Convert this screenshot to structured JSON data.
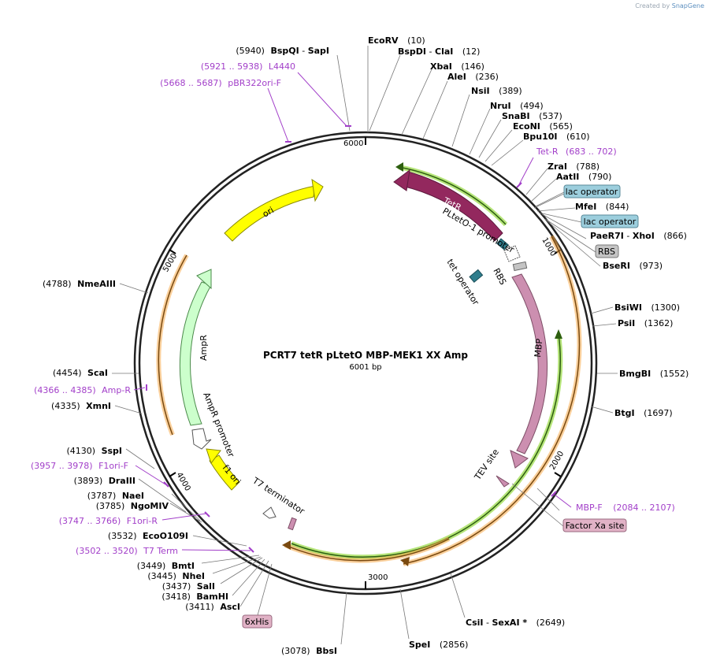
{
  "credit": {
    "prefix": "Created by",
    "brand": "SnapGene"
  },
  "plasmid": {
    "name": "PCRT7 tetR pLtetO MBP-MEK1 XX Amp",
    "size_label": "6001 bp",
    "length": 6001
  },
  "ticks": [
    {
      "pos": 1000,
      "label": "1000"
    },
    {
      "pos": 2000,
      "label": "2000"
    },
    {
      "pos": 3000,
      "label": "3000"
    },
    {
      "pos": 4000,
      "label": "4000"
    },
    {
      "pos": 5000,
      "label": "5000"
    },
    {
      "pos": 6000,
      "label": "6000"
    }
  ],
  "colors": {
    "backbone": "#222222",
    "primer": "#a23fc9",
    "tetR": "#93285e",
    "mbp": "#cc8fb0",
    "ori": "#ffff00",
    "ampR": "#ccffcc",
    "orange": "#f5a94a",
    "green": "#7fcf3f",
    "teal": "#2f7d8c",
    "boxBlue": "#9ccedd",
    "boxGray": "#c4c4c4",
    "boxPink": "#e1b2c6"
  },
  "features": {
    "tetR": "TetR",
    "pltet": "PLtetO-1 promoter",
    "rbs": "RBS",
    "tetop": "tet operator",
    "mbp": "MBP",
    "tev": "TEV site",
    "t7term": "T7 terminator",
    "f1ori": "f1 ori",
    "ampRpro": "AmpR promoter",
    "ampR": "AmpR",
    "ori": "ori"
  },
  "sites": [
    {
      "name": "EcoRV",
      "pos": "(10)"
    },
    {
      "name": "BspDI",
      "extra": "ClaI",
      "pos": "(12)"
    },
    {
      "name": "XbaI",
      "pos": "(146)"
    },
    {
      "name": "AleI",
      "pos": "(236)"
    },
    {
      "name": "NsiI",
      "pos": "(389)"
    },
    {
      "name": "NruI",
      "pos": "(494)"
    },
    {
      "name": "SnaBI",
      "pos": "(537)"
    },
    {
      "name": "EcoNI",
      "pos": "(565)"
    },
    {
      "name": "Bpu10I",
      "pos": "(610)"
    },
    {
      "name": "ZraI",
      "pos": "(788)"
    },
    {
      "name": "AatII",
      "pos": "(790)"
    },
    {
      "name": "MfeI",
      "pos": "(844)"
    },
    {
      "name": "PaeR7I",
      "extra": "XhoI",
      "pos": "(866)"
    },
    {
      "name": "BseRI",
      "pos": "(973)"
    },
    {
      "name": "BsiWI",
      "pos": "(1300)"
    },
    {
      "name": "PsiI",
      "pos": "(1362)"
    },
    {
      "name": "BmgBI",
      "pos": "(1552)"
    },
    {
      "name": "BtgI",
      "pos": "(1697)"
    },
    {
      "name": "CsiI",
      "extra": "SexAI *",
      "pos": "(2649)"
    },
    {
      "name": "SpeI",
      "pos": "(2856)"
    },
    {
      "name": "BbsI",
      "pos": "(3078)"
    },
    {
      "name": "AscI",
      "pos": "(3411)"
    },
    {
      "name": "BamHI",
      "pos": "(3418)"
    },
    {
      "name": "SalI",
      "pos": "(3437)"
    },
    {
      "name": "NheI",
      "pos": "(3445)"
    },
    {
      "name": "BmtI",
      "pos": "(3449)"
    },
    {
      "name": "EcoO109I",
      "pos": "(3532)"
    },
    {
      "name": "NgoMIV",
      "pos": "(3785)"
    },
    {
      "name": "NaeI",
      "pos": "(3787)"
    },
    {
      "name": "DraIII",
      "pos": "(3893)"
    },
    {
      "name": "SspI",
      "pos": "(4130)"
    },
    {
      "name": "XmnI",
      "pos": "(4335)"
    },
    {
      "name": "ScaI",
      "pos": "(4454)"
    },
    {
      "name": "NmeAIII",
      "pos": "(4788)"
    },
    {
      "name": "BspQI",
      "extra": "SapI",
      "pos": "(5940)"
    }
  ],
  "primers": [
    {
      "name": "L4440",
      "range": "(5921 .. 5938)"
    },
    {
      "name": "pBR322ori-F",
      "range": "(5668 .. 5687)"
    },
    {
      "name": "Tet-R",
      "range": "(683 .. 702)"
    },
    {
      "name": "MBP-F",
      "range": "(2084 .. 2107)"
    },
    {
      "name": "Amp-R",
      "range": "(4366 .. 4385)"
    },
    {
      "name": "F1ori-F",
      "range": "(3957 .. 3978)"
    },
    {
      "name": "F1ori-R",
      "range": "(3747 .. 3766)"
    },
    {
      "name": "T7 Term",
      "range": "(3502 .. 3520)"
    }
  ],
  "boxes": {
    "lacop1": "lac operator",
    "lacop2": "lac operator",
    "rbs": "RBS",
    "factorxa": "Factor Xa site",
    "his": "6xHis"
  }
}
